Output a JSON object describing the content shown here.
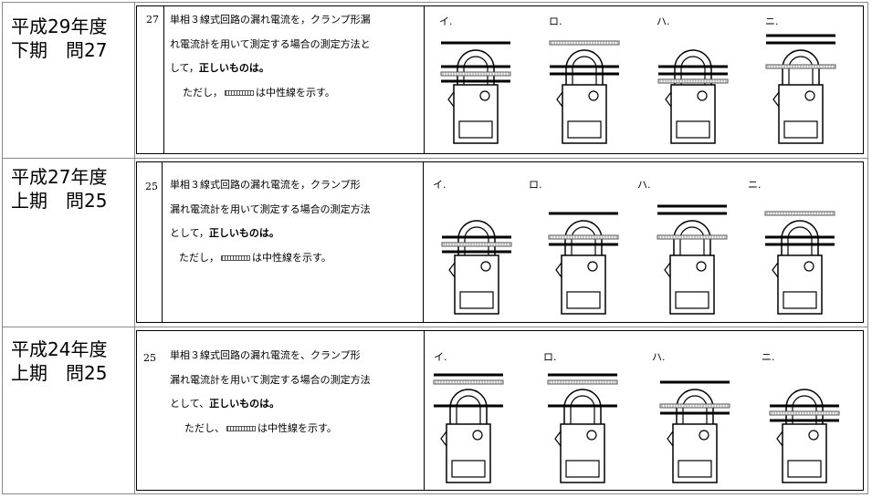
{
  "rows": [
    {
      "title_line1": "平成29年度",
      "title_line2": "下期　問27",
      "number": "27",
      "text_line1": "単相３線式回路の漏れ電流を，クランプ形漏",
      "text_line2": "れ電流計を用いて測定する場合の測定方法と",
      "text_line3_prefix": "して，",
      "text_line3_bold": "正しいものは。",
      "text_line4_prefix": "ただし，",
      "text_line4_suffix": "は中性線を示す。",
      "options": [
        "イ.",
        "ロ.",
        "ハ.",
        "ニ."
      ]
    },
    {
      "title_line1": "平成27年度",
      "title_line2": "上期　問25",
      "number": "25",
      "text_line1": "単相３線式回路の漏れ電流を，クランプ形",
      "text_line2": "漏れ電流計を用いて測定する場合の測定方法",
      "text_line3_prefix": "として，",
      "text_line3_bold": "正しいものは。",
      "text_line4_prefix": "ただし，",
      "text_line4_suffix": "は中性線を示す。",
      "options": [
        "イ.",
        "ロ.",
        "ハ.",
        "ニ."
      ]
    },
    {
      "title_line1": "平成24年度",
      "title_line2": "上期　問25",
      "number": "25",
      "text_line1": "単相３線式回路の漏れ電流を、クランプ形",
      "text_line2": "漏れ電流計を用いて測定する場合の測定方法",
      "text_line3_prefix": "として、",
      "text_line3_bold": "正しいものは。",
      "text_line4_prefix": "ただし、",
      "text_line4_suffix": "は中性線を示す。",
      "options": [
        "イ.",
        "ロ.",
        "ハ.",
        "ニ."
      ]
    }
  ]
}
